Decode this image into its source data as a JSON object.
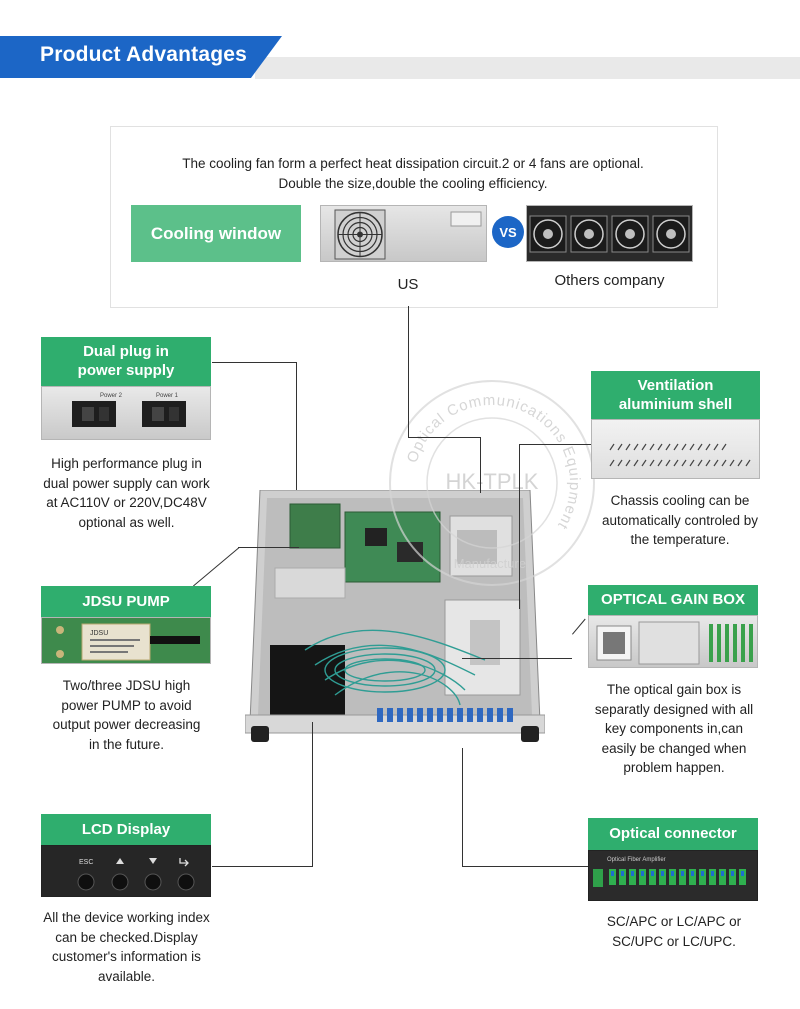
{
  "header": {
    "title": "Product Advantages"
  },
  "cooling": {
    "caption_line1": "The cooling fan form a perfect heat dissipation circuit.2 or 4 fans are optional.",
    "caption_line2": "Double the size,double the cooling efficiency.",
    "window_label": "Cooling window",
    "vs_label": "VS",
    "us_label": "US",
    "others_label": "Others company"
  },
  "features": {
    "dual_plug": {
      "title_line1": "Dual plug in",
      "title_line2": "power supply",
      "power2_label": "Power 2",
      "power1_label": "Power 1",
      "desc": [
        "High performance plug in",
        "dual power supply can work",
        "at AC110V or 220V,DC48V",
        "optional as well."
      ]
    },
    "jdsu_pump": {
      "title": "JDSU PUMP",
      "chip_text": "JDSU",
      "desc": [
        "Two/three JDSU high",
        "power PUMP to avoid",
        "output power decreasing",
        "in the future."
      ]
    },
    "lcd_display": {
      "title": "LCD Display",
      "key_esc": "ESC",
      "desc": [
        "All the device working index",
        "can be checked.Display",
        "customer's information is",
        "available."
      ]
    },
    "ventilation": {
      "title_line1": "Ventilation",
      "title_line2": "aluminium shell",
      "desc": [
        "Chassis cooling can be",
        "automatically controled by",
        "the temperature."
      ]
    },
    "gain_box": {
      "title": "OPTICAL GAIN BOX",
      "desc": [
        "The optical gain box is",
        "separatly designed with all",
        "key components in,can",
        "easily be changed when",
        "problem happen."
      ]
    },
    "connector": {
      "title": "Optical connector",
      "panel_text": "Optical Fiber Amplifier",
      "desc": [
        "SC/APC or LC/APC or",
        "SC/UPC or LC/UPC."
      ]
    }
  },
  "watermark": {
    "center": "HK-TPLK",
    "ring_top": "Optical Communications Equipment",
    "ring_bottom": "Manufacturer"
  },
  "colors": {
    "banner_blue": "#1c66c6",
    "badge_green": "#2fae6e",
    "badge_green_light": "#5cc08a"
  }
}
